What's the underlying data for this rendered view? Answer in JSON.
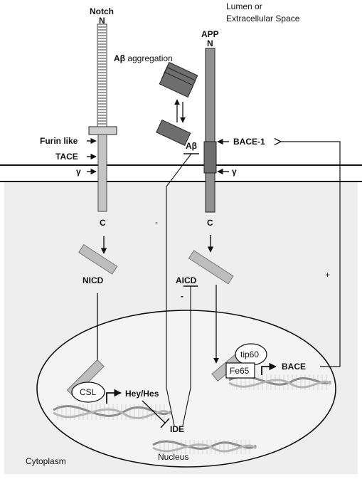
{
  "labels": {
    "notch": "Notch",
    "notch_n": "N",
    "app": "APP",
    "app_n": "N",
    "lumen_line1": "Lumen or",
    "lumen_line2": "Extracellular Space",
    "abeta_aggregation_prefix": "A",
    "abeta_aggregation_beta": "β",
    "abeta_aggregation_suffix": " aggregation",
    "furin": "Furin like",
    "tace": "TACE",
    "gamma_left": "γ",
    "gamma_right": "γ",
    "bace1": "BACE-1",
    "abeta_prefix": "A",
    "abeta_beta": "β",
    "notch_c": "C",
    "app_c": "C",
    "minus_left": "-",
    "minus_aicd": "-",
    "plus": "+",
    "nicd": "NICD",
    "aicd": "AICD",
    "csl": "CSL",
    "hey_hes": "Hey/Hes",
    "ide": "IDE",
    "tip60": "tip60",
    "fe65": "Fe65",
    "bace": "BACE",
    "cytoplasm": "Cytoplasm",
    "nucleus": "Nucleus"
  },
  "colors": {
    "cytoplasm_fill": "#eeeeee",
    "nucleus_fill": "#f4f4f4",
    "app_rod": "#909090",
    "notch_rod": "#c4c4c4",
    "abeta_block": "#6e6e6e",
    "fragment": "#bdbdbd",
    "line": "#111111"
  }
}
